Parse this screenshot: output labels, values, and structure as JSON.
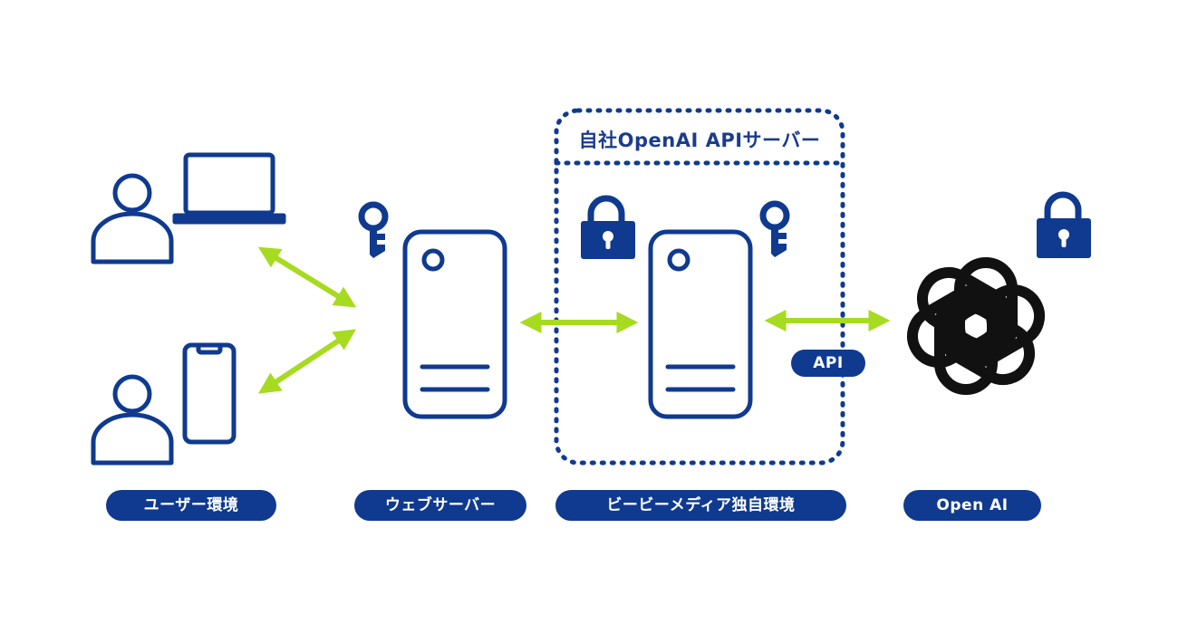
{
  "box_title": "自社OpenAI APIサーバー",
  "labels": {
    "user_env": "ユーザー環境",
    "web_server": "ウェブサーバー",
    "bb_env": "ビービーメディア独自環境",
    "open_ai": "Open AI"
  },
  "edge_label": "API",
  "colors": {
    "primary": "#0f3a8f",
    "arrow": "#a6db1f",
    "logo": "#111111",
    "background": "#ffffff"
  }
}
